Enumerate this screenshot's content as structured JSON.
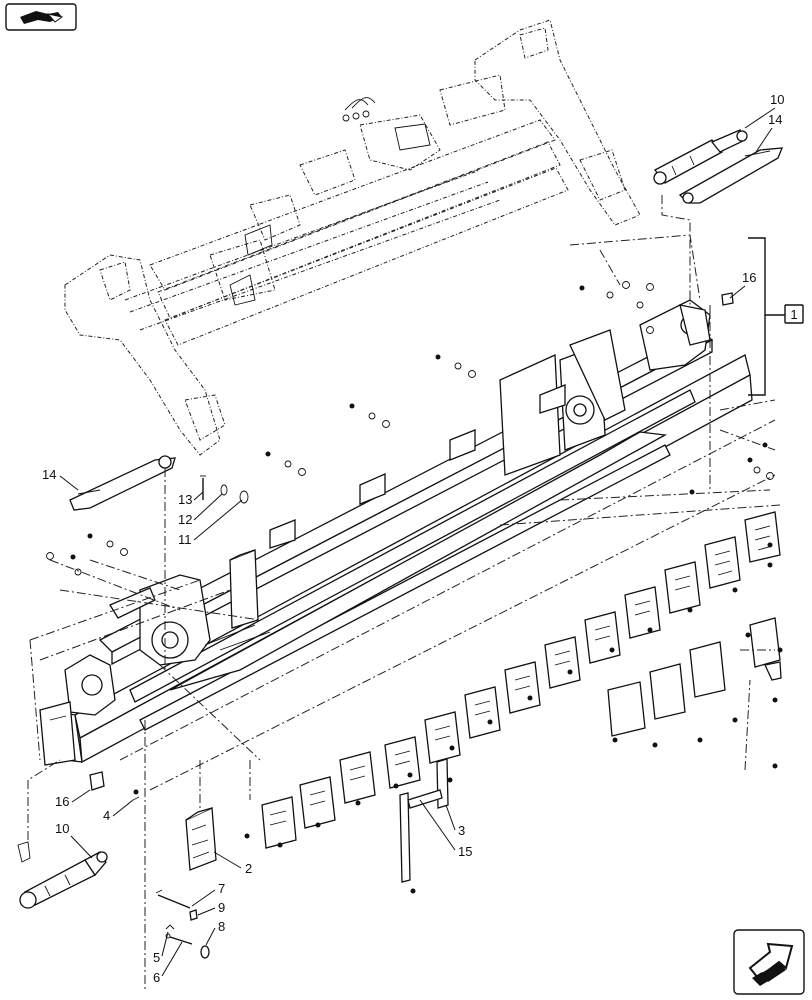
{
  "callouts": {
    "c1": "1",
    "c2": "2",
    "c3": "3",
    "c4": "4",
    "c5": "5",
    "c6": "6",
    "c7": "7",
    "c8": "8",
    "c9": "9",
    "c10_top": "10",
    "c10_bottom": "10",
    "c11": "11",
    "c12": "12",
    "c13": "13",
    "c14_top": "14",
    "c14_left": "14",
    "c15": "15",
    "c16_top": "16",
    "c16_bottom": "16"
  },
  "icons": {
    "top_left": "previous-page-icon",
    "bottom_right": "next-page-icon"
  }
}
